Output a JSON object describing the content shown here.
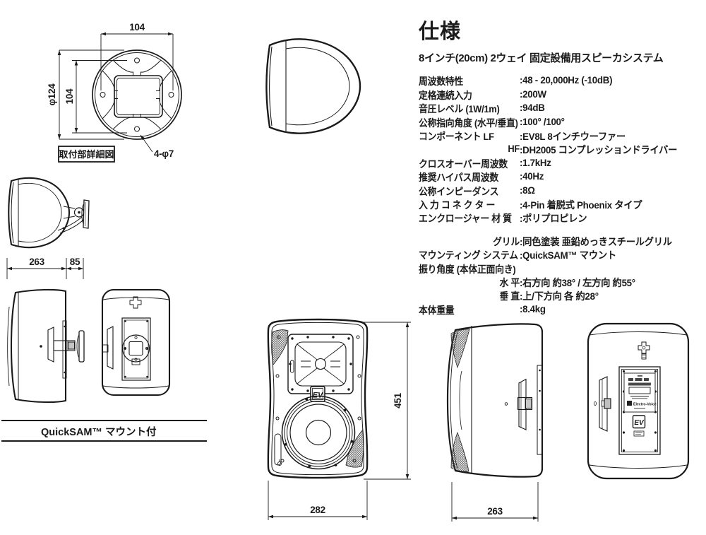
{
  "colors": {
    "ink": "#1a1a1a",
    "bg": "#ffffff"
  },
  "specs": {
    "title": "仕様",
    "subtitle": "8インチ(20cm) 2ウェイ 固定設備用スピーカシステム",
    "rows": [
      {
        "label": "周波数特性",
        "value": ":48 - 20,000Hz (-10dB)"
      },
      {
        "label": "定格連続入力",
        "value": ":200W"
      },
      {
        "label": "音圧レベル (1W/1m)",
        "value": ":94dB"
      },
      {
        "label": "公称指向角度 (水平/垂直)",
        "value": ":100° /100°"
      },
      {
        "label": "コンポーネント LF",
        "value": ":EV8L 8インチウーファー"
      },
      {
        "label": "HF",
        "value": ":DH2005 コンプレッションドライバー"
      },
      {
        "label": "クロスオーバー周波数",
        "value": ":1.7kHz"
      },
      {
        "label": "推奨ハイパス周波数",
        "value": ":40Hz"
      },
      {
        "label": "公称インピーダンス",
        "value": ":8Ω"
      },
      {
        "label": "入 力 コ ネ ク タ ー",
        "value": ":4-Pin 着脱式 Phoenix タイプ"
      },
      {
        "label": "エンクロージャー 材  質",
        "value": ":ポリプロピレン"
      },
      {
        "label": "グリル",
        "value": ":同色塗装 亜鉛めっきスチールグリル"
      },
      {
        "label": "マウンティング システム",
        "value": ":QuickSAM™ マウント"
      },
      {
        "label": "振り角度 (本体正面向き)",
        "value": ""
      },
      {
        "label": "水  平",
        "value": ":右方向 約38° / 左方向 約55°"
      },
      {
        "label": "垂  直",
        "value": ":上/下方向 各 約28°"
      },
      {
        "label": "本体重量",
        "value": ":8.4kg"
      }
    ]
  },
  "drawings": {
    "mount_detail": {
      "caption": "取付部詳細図",
      "dim_top": "104",
      "dim_dia": "φ124",
      "dim_side": "104",
      "dim_holes": "4-φ7"
    },
    "mounted": {
      "dim_depth": "263",
      "dim_offset": "85",
      "banner": "QuickSAM™ マウント付"
    },
    "front": {
      "dim_height": "451",
      "dim_width": "282",
      "logo": "EV"
    },
    "side": {
      "dim_depth": "263"
    },
    "back": {
      "logo": "EV",
      "brand": "Electro-Voice"
    }
  }
}
